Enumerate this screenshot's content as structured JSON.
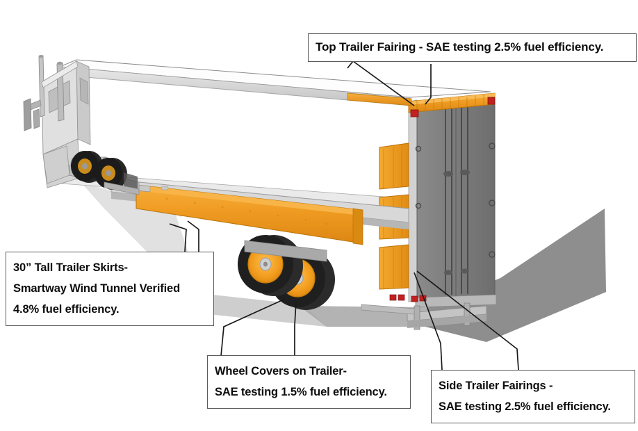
{
  "diagram": {
    "title": "Aerodynamic trailer fuel-efficiency technologies",
    "subject": "semi-truck-tractor-trailer",
    "colors": {
      "fairing_orange": "#ef9b22",
      "trailer_white": "#ffffff",
      "door_grey": "#7e7e7e",
      "metal_grey": "#c9c9c9",
      "shadow_grey": "#8e8e8e",
      "callout_border": "#5a5a5a",
      "text": "#0d0d0d",
      "leader_line": "#1a1a1a",
      "tail_light_red": "#c32020",
      "tire_black": "#2a2a2a"
    }
  },
  "callouts": [
    {
      "id": "top-trailer-fairing",
      "lines": [
        "Top Trailer Fairing - SAE testing 2.5% fuel efficiency."
      ]
    },
    {
      "id": "trailer-skirts",
      "lines": [
        "30” Tall Trailer Skirts-",
        "Smartway Wind Tunnel Verified",
        "4.8% fuel efficiency."
      ]
    },
    {
      "id": "wheel-covers",
      "lines": [
        "Wheel Covers on Trailer-",
        "SAE testing 1.5% fuel efficiency."
      ]
    },
    {
      "id": "side-trailer-fairings",
      "lines": [
        "Side Trailer Fairings -",
        "SAE testing 2.5% fuel efficiency."
      ]
    }
  ]
}
